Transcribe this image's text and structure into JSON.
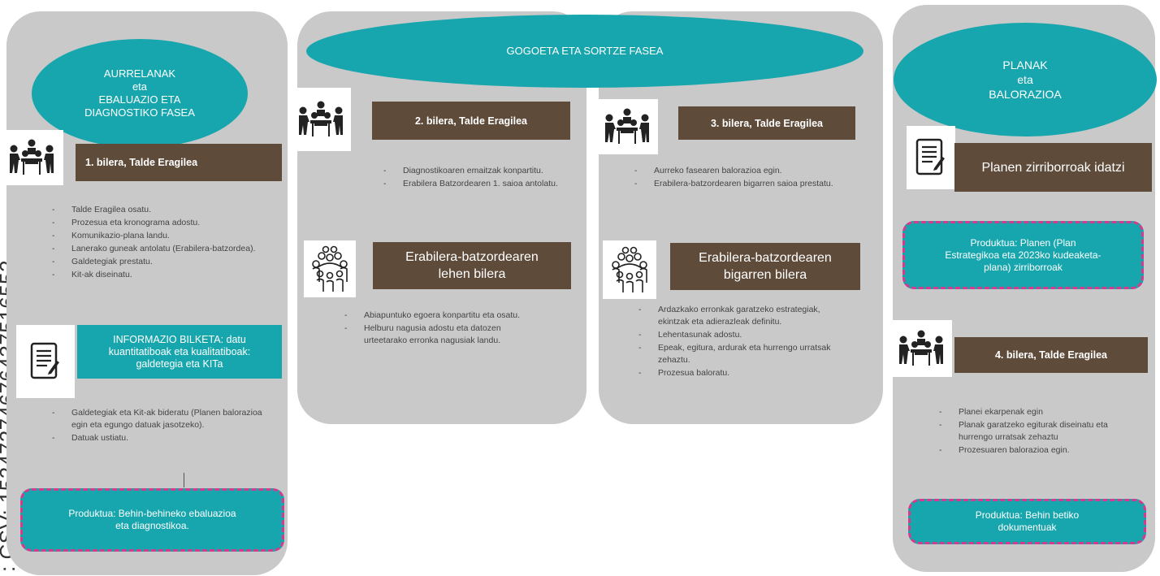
{
  "side_label": ": CSV: 15247274676437516552",
  "col1": {
    "title": [
      "AURRELANAK",
      "eta",
      "EBALUAZIO ETA",
      "DIAGNOSTIKO  FASEA"
    ],
    "meeting": "1. bilera, Talde Eragilea",
    "meeting_items": [
      "Talde Eragilea osatu.",
      "Prozesua eta kronograma  adostu.",
      "Komunikazio-plana landu.",
      "Lanerako guneak antolatu (Erabilera-batzordea).",
      "Galdetegiak prestatu.",
      "Kit-ak diseinatu."
    ],
    "info_box": [
      "INFORMAZIO  BILKETA:  datu",
      "kuantitatiboak eta kualitatiboak:",
      "galdetegia eta KITa"
    ],
    "info_items": [
      "Galdetegiak eta Kit-ak bideratu (Planen balorazioa egin eta egungo datuak jasotzeko).",
      "Datuak ustiatu."
    ],
    "product": [
      "Produktua: Behin-behineko ebaluazioa",
      "eta diagnostikoa."
    ]
  },
  "phase2_title": "GOGOETA ETA SORTZE FASEA",
  "col2": {
    "meeting": "2. bilera, Talde Eragilea",
    "meeting_items": [
      "Diagnostikoaren emaitzak konpartitu.",
      "Erabilera Batzordearen 1. saioa antolatu."
    ],
    "committee": [
      "Erabilera-batzordearen",
      "lehen bilera"
    ],
    "committee_items": [
      "Abiapuntuko  egoera konpartitu eta osatu.",
      "Helburu nagusia adostu eta datozen urteetarako erronka nagusiak landu."
    ]
  },
  "col3": {
    "meeting": "3. bilera, Talde Eragilea",
    "meeting_items": [
      "Aurreko fasearen balorazioa egin.",
      "Erabilera-batzordearen bigarren saioa prestatu."
    ],
    "committee": [
      "Erabilera-batzordearen",
      "bigarren bilera"
    ],
    "committee_items": [
      "Ardazkako erronkak garatzeko estrategiak, ekintzak eta adierazleak definitu.",
      "Lehentasunak adostu.",
      "Epeak, egitura, ardurak eta hurrengo urratsak zehaztu.",
      "Prozesua baloratu."
    ]
  },
  "col4": {
    "title": [
      "PLANAK",
      "eta",
      "BALORAZIOA"
    ],
    "draft": "Planen zirriborroak idatzi",
    "draft_product": [
      "Produktua: Planen (Plan",
      "Estrategikoa eta 2023ko kudeaketa-",
      "plana) zirriborroak"
    ],
    "meeting": "4. bilera, Talde Eragilea",
    "meeting_items": [
      "Planei ekarpenak egin",
      "Planak garatzeko egiturak diseinatu eta hurrengo urratsak zehaztu",
      "Prozesuaren balorazioa egin."
    ],
    "final_product": [
      "Produktua: Behin betiko",
      "dokumentuak"
    ]
  },
  "icons": [
    "meeting-people-icon",
    "document-icon",
    "group-people-icon"
  ],
  "colors": {
    "teal": "#17a6ad",
    "brown": "#5f4b3a",
    "panel": "#c9c9c9",
    "dashed_border": "#d63a8c"
  }
}
